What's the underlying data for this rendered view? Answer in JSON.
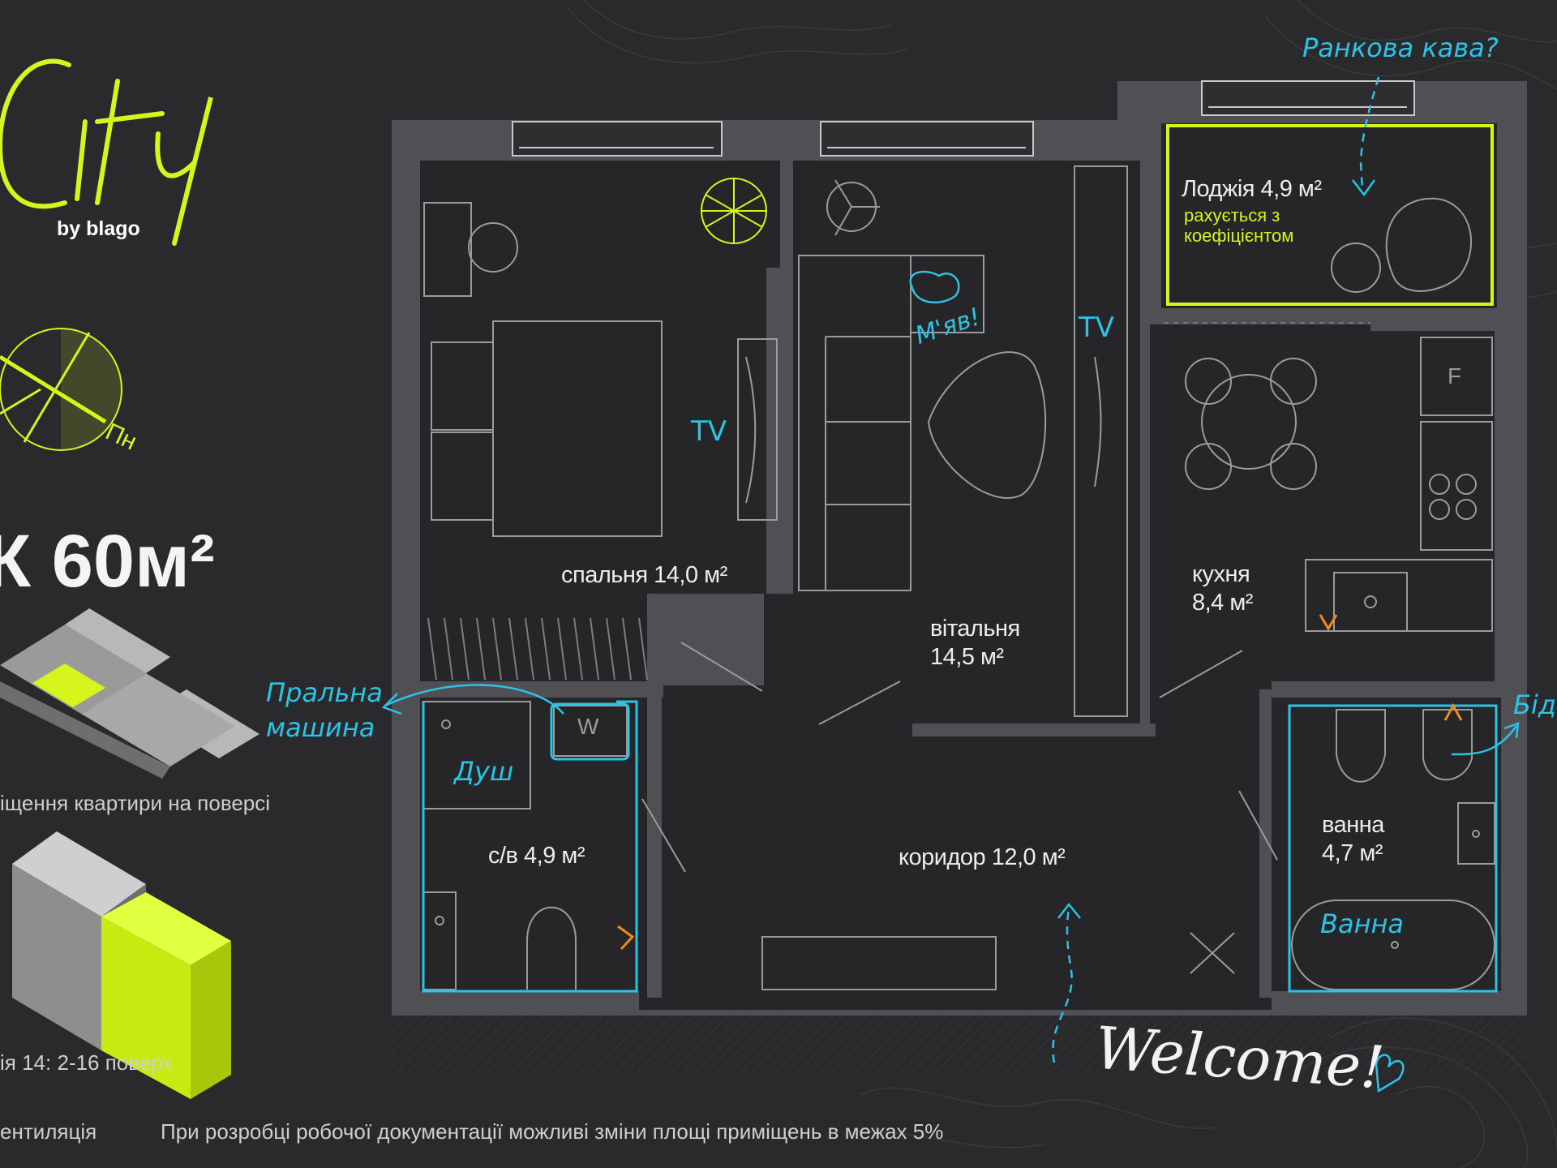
{
  "brand": {
    "logo_text": "City",
    "byline": "by blago",
    "compass_label": "Пн"
  },
  "apartment": {
    "title": "К 60м²"
  },
  "legend": {
    "floor_position": "іщення квартири на поверсі",
    "section_floors": "ія 14: 2-16 поверх",
    "ventilation": "ентиляція",
    "disclaimer": "При розробці робочої документації можливі зміни площі приміщень в межах 5%"
  },
  "rooms": {
    "bedroom": "спальня 14,0 м²",
    "living_name": "вітальня",
    "living_area": "14,5 м²",
    "kitchen_name": "кухня",
    "kitchen_area": "8,4 м²",
    "loggia": "Лоджія 4,9 м²",
    "loggia_note_1": "рахується з",
    "loggia_note_2": "коефіцієнтом",
    "wc": "с/в 4,9 м²",
    "corridor": "коридор 12,0 м²",
    "bath_name": "ванна",
    "bath_area": "4,7 м²"
  },
  "fixtures": {
    "tv": "TV",
    "washer": "W",
    "fridge": "F"
  },
  "annotations": {
    "coffee": "Ранкова кава?",
    "cat": "М'яв!",
    "washing_1": "Пральна",
    "washing_2": "машина",
    "shower": "Душ",
    "bathtub": "Ванна",
    "bidet": "Бід",
    "welcome": "Welcome!"
  },
  "colors": {
    "background": "#2a2a2d",
    "wall": "#505054",
    "floor": "#262628",
    "accent_lime": "#d6f51d",
    "accent_cyan": "#2bc3e6",
    "door_arrow": "#f08a1e"
  }
}
